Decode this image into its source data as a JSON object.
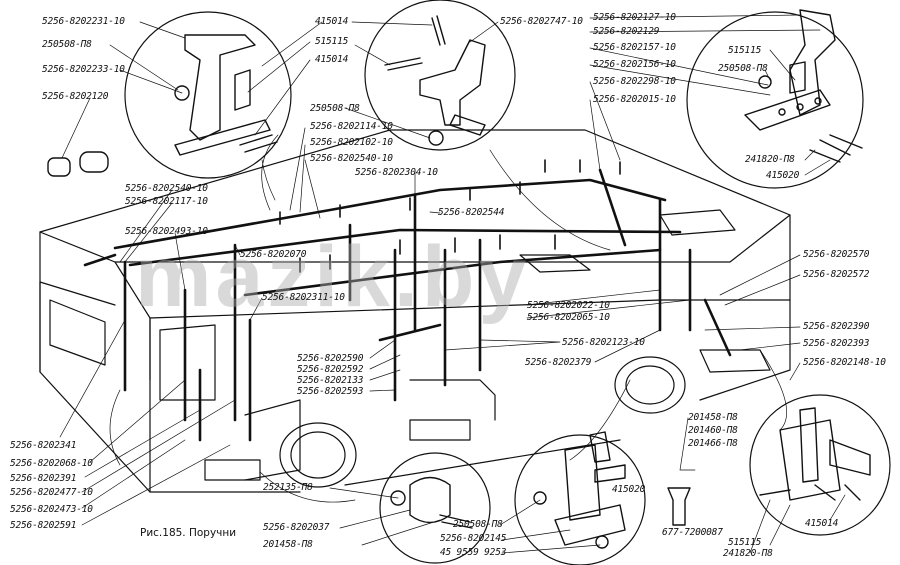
{
  "caption": "Рис.185. Поручни",
  "watermark": "mazik.by",
  "labels": [
    {
      "id": "l1",
      "text": "5256-8202231-10"
    },
    {
      "id": "l2",
      "text": "250508-П8"
    },
    {
      "id": "l3",
      "text": "5256-8202233-10"
    },
    {
      "id": "l4",
      "text": "5256-8202120"
    },
    {
      "id": "l5",
      "text": "415014"
    },
    {
      "id": "l6",
      "text": "515115"
    },
    {
      "id": "l7",
      "text": "415014"
    },
    {
      "id": "l8",
      "text": "5256-8202747-10"
    },
    {
      "id": "l9",
      "text": "250508-П8"
    },
    {
      "id": "l10",
      "text": "5256-8202114-10"
    },
    {
      "id": "l11",
      "text": "5256-8202102-10"
    },
    {
      "id": "l12",
      "text": "5256-8202540-10"
    },
    {
      "id": "l13",
      "text": "5256-8202127-10"
    },
    {
      "id": "l14",
      "text": "5256-8202129"
    },
    {
      "id": "l15",
      "text": "5256-8202157-10"
    },
    {
      "id": "l16",
      "text": "515115"
    },
    {
      "id": "l17",
      "text": "250508-П8"
    },
    {
      "id": "l18",
      "text": "5256-8202156-10"
    },
    {
      "id": "l19",
      "text": "5256-8202298-10"
    },
    {
      "id": "l20",
      "text": "5256-8202015-10"
    },
    {
      "id": "l21",
      "text": "241820-П8"
    },
    {
      "id": "l22",
      "text": "415020"
    },
    {
      "id": "l23",
      "text": "5256-8202540-10"
    },
    {
      "id": "l24",
      "text": "5256-8202117-10"
    },
    {
      "id": "l25",
      "text": "5256-8202304-10"
    },
    {
      "id": "l26",
      "text": "5256-8202493-10"
    },
    {
      "id": "l27",
      "text": "5256-8202544"
    },
    {
      "id": "l28",
      "text": "5256-8202070"
    },
    {
      "id": "l29",
      "text": "5256-8202311-10"
    },
    {
      "id": "l30",
      "text": "5256-8202570"
    },
    {
      "id": "l31",
      "text": "5256-8202572"
    },
    {
      "id": "l32",
      "text": "5256-8202022-10"
    },
    {
      "id": "l33",
      "text": "5256-8202065-10"
    },
    {
      "id": "l34",
      "text": "5256-8202390"
    },
    {
      "id": "l35",
      "text": "5256-8202123-10"
    },
    {
      "id": "l36",
      "text": "5256-8202393"
    },
    {
      "id": "l37",
      "text": "5256-8202590"
    },
    {
      "id": "l38",
      "text": "5256-8202592"
    },
    {
      "id": "l39",
      "text": "5256-8202133"
    },
    {
      "id": "l40",
      "text": "5256-8202593"
    },
    {
      "id": "l41",
      "text": "5256-8202379"
    },
    {
      "id": "l42",
      "text": "5256-8202148-10"
    },
    {
      "id": "l43",
      "text": "5256-8202341"
    },
    {
      "id": "l44",
      "text": "5256-8202068-10"
    },
    {
      "id": "l45",
      "text": "5256-8202391"
    },
    {
      "id": "l46",
      "text": "5256-8202477-10"
    },
    {
      "id": "l47",
      "text": "5256-8202473-10"
    },
    {
      "id": "l48",
      "text": "5256-8202591"
    },
    {
      "id": "l49",
      "text": "201458-П8"
    },
    {
      "id": "l50",
      "text": "201460-П8"
    },
    {
      "id": "l51",
      "text": "201466-П8"
    },
    {
      "id": "l52",
      "text": "252135-П8"
    },
    {
      "id": "l53",
      "text": "5256-8202037"
    },
    {
      "id": "l54",
      "text": "201458-П8"
    },
    {
      "id": "l55",
      "text": "250508-П8"
    },
    {
      "id": "l56",
      "text": "5256-8202145"
    },
    {
      "id": "l57",
      "text": "45 9559 9253"
    },
    {
      "id": "l58",
      "text": "415020"
    },
    {
      "id": "l59",
      "text": "677-7200087"
    },
    {
      "id": "l60",
      "text": "515115"
    },
    {
      "id": "l61",
      "text": "241820-П8"
    },
    {
      "id": "l62",
      "text": "415014"
    }
  ]
}
